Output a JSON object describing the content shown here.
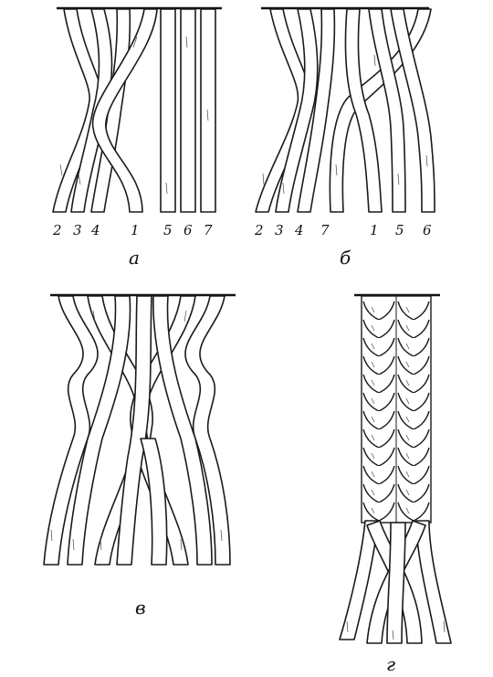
{
  "figure": {
    "panels": [
      {
        "id": "a",
        "caption": "а",
        "strand_labels": [
          "2",
          "3",
          "4",
          "1",
          "5",
          "6",
          "7"
        ]
      },
      {
        "id": "b",
        "caption": "б",
        "strand_labels": [
          "2",
          "3",
          "4",
          "7",
          "1",
          "5",
          "6"
        ]
      },
      {
        "id": "v",
        "caption": "в",
        "strand_labels": []
      },
      {
        "id": "g",
        "caption": "г",
        "strand_labels": []
      }
    ],
    "colors": {
      "ink": "#1a1a1a",
      "paper": "#ffffff"
    }
  }
}
